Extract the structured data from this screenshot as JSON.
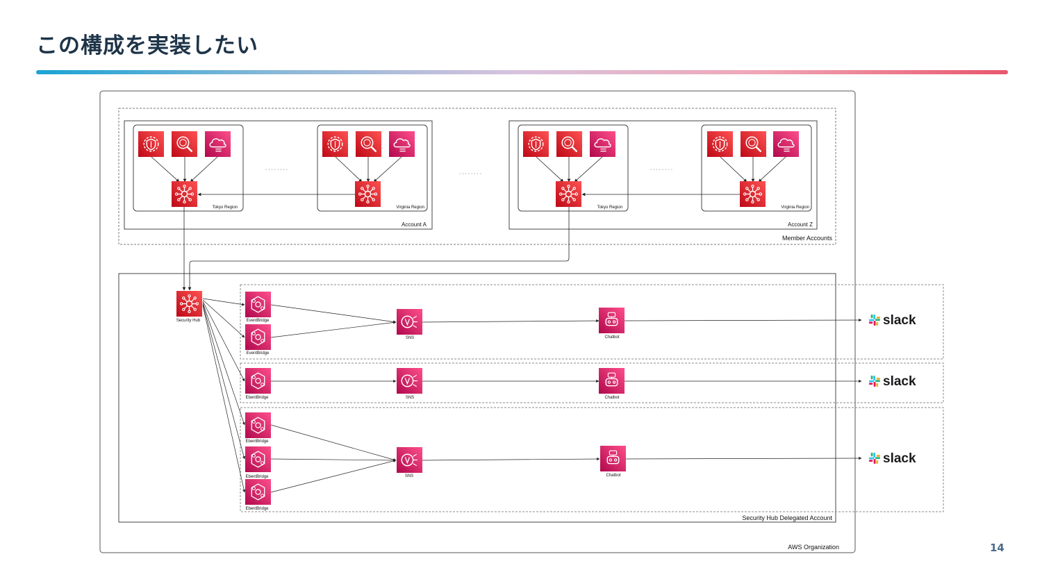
{
  "slide": {
    "title": "この構成を実装したい",
    "page_number": "14"
  },
  "diagram": {
    "org_label": "AWS Organization",
    "member_label": "Member Accounts",
    "delegated_label": "Security Hub Delegated Account",
    "account_a_label": "Account A",
    "account_z_label": "Account Z",
    "tokyo_label": "Tokyo Region",
    "virginia_label": "Virginia Region",
    "ellipsis": "· · · · · · · ·",
    "security_hub_label": "Security Hub",
    "eventbridge_label": "EventBridge",
    "ebentbridge_label": "EbentBridge",
    "sns_label": "SNS",
    "chatbot_label": "Chatbot",
    "slack_label": "slack"
  },
  "colors": {
    "red_service": "#d6242d",
    "pink_service": "#d6246e",
    "title_color": "#1e3448",
    "accent_start": "#1aa3d4",
    "accent_end": "#e8566c"
  },
  "icons": [
    "guardduty-icon",
    "inspector-icon",
    "config-icon",
    "security-hub-icon",
    "eventbridge-icon",
    "sns-icon",
    "chatbot-icon",
    "slack-logo-icon"
  ]
}
